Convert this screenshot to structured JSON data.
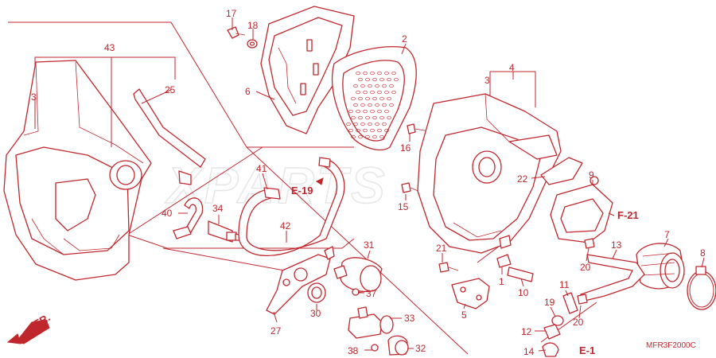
{
  "diagram": {
    "watermark": "XPARTS",
    "drawing_code": "MFR3F2000C",
    "references": {
      "e19": "E-19",
      "f21": "F-21",
      "e1": "E-1",
      "front": "FR."
    },
    "callouts": {
      "p2": "2",
      "p3a": "3",
      "p3b": "3",
      "p4": "4",
      "p43": "43",
      "p25": "25",
      "p6": "6",
      "p17": "17",
      "p18": "18",
      "p16": "16",
      "p15": "15",
      "p22": "22",
      "p9": "9",
      "p7": "7",
      "p8": "8",
      "p13": "13",
      "p20a": "20",
      "p20b": "20",
      "p11": "11",
      "p19": "19",
      "p12": "12",
      "p14": "14",
      "p10": "10",
      "p1": "1",
      "p21": "21",
      "p5": "5",
      "p31": "31",
      "p37": "37",
      "p33": "33",
      "p32": "32",
      "p38": "38",
      "p30": "30",
      "p27": "27",
      "p34": "34",
      "p40": "40",
      "p41": "41",
      "p42": "42"
    }
  }
}
